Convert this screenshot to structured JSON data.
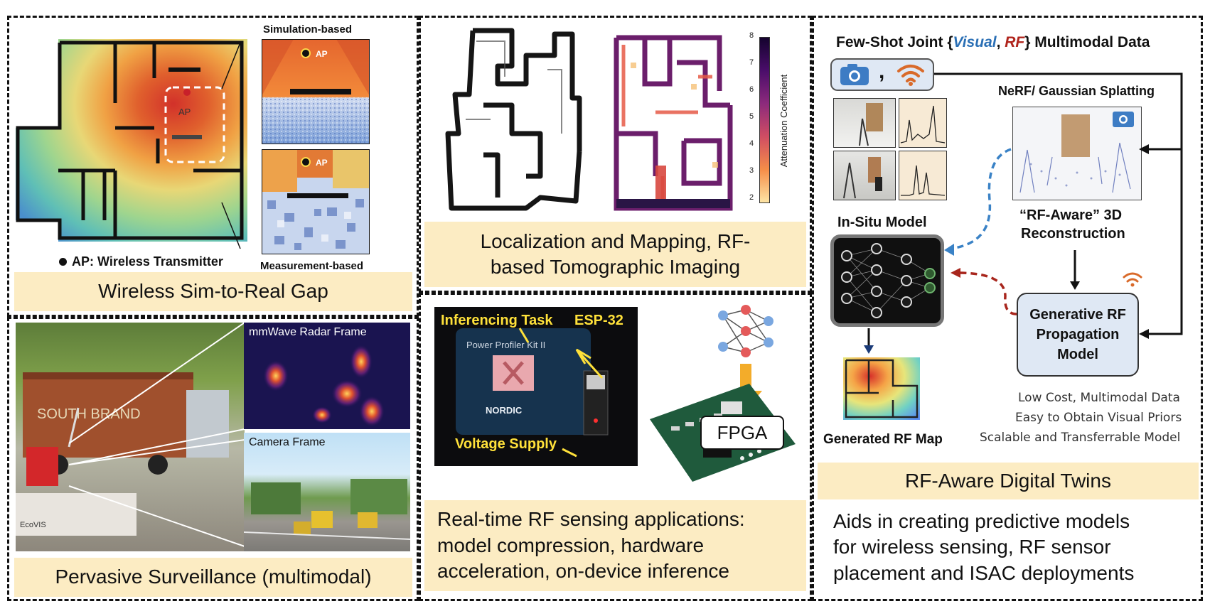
{
  "panels": {
    "sim2real": {
      "caption": "Wireless Sim-to-Real Gap",
      "simulation_label": "Simulation-based",
      "measurement_label": "Measurement-based",
      "ap_label": "AP",
      "legend": "AP: Wireless Transmitter"
    },
    "localization": {
      "caption_line1": "Localization and Mapping, RF-",
      "caption_line2": "based Tomographic Imaging",
      "colorbar_label": "Attenuation Coefficient",
      "colorbar_ticks": [
        "8",
        "7",
        "6",
        "5",
        "4",
        "3",
        "2"
      ]
    },
    "surveillance": {
      "caption": "Pervasive Surveillance (multimodal)",
      "radar_label": "mmWave Radar Frame",
      "camera_label": "Camera Frame",
      "device_brand": "EcoVIS",
      "truck_text": "SOUTH BRAND"
    },
    "realtime": {
      "inferencing_label": "Inferencing Task",
      "esp_label": "ESP-32",
      "voltage_label": "Voltage Supply",
      "board_title": "Power Profiler Kit II",
      "board_brand": "NORDIC",
      "fpga_label": "FPGA",
      "caption_line1": "Real-time RF sensing applications:",
      "caption_line2": "model compression, hardware",
      "caption_line3": "acceleration, on-device inference"
    },
    "digital_twins": {
      "title_prefix": "Few-Shot Joint {",
      "title_visual": "Visual",
      "title_comma": ", ",
      "title_rf": "RF",
      "title_suffix": "} Multimodal Data",
      "nerf_label": "NeRF/ Gaussian Splatting",
      "recon_line1": "“RF-Aware” 3D",
      "recon_line2": "Reconstruction",
      "insitu_label": "In-Situ Model",
      "gen_line1": "Generative RF",
      "gen_line2": "Propagation",
      "gen_line3": "Model",
      "benefit1": "Low Cost, Multimodal Data",
      "benefit2": "Easy to Obtain Visual Priors",
      "benefit3": "Scalable and Transferrable Model",
      "rfmap_label": "Generated RF Map",
      "caption": "RF-Aware Digital Twins",
      "desc_line1": "Aids in creating predictive models",
      "desc_line2": "for wireless sensing, RF sensor",
      "desc_line3": "placement and ISAC deployments"
    }
  },
  "colors": {
    "caption_bg": "#fcecc3",
    "visual_blue": "#2a6fb5",
    "rf_red": "#b0241c",
    "gen_box_bg": "#dfe8f4",
    "arrow_blue": "#3a82c6",
    "arrow_red": "#a8261d"
  }
}
